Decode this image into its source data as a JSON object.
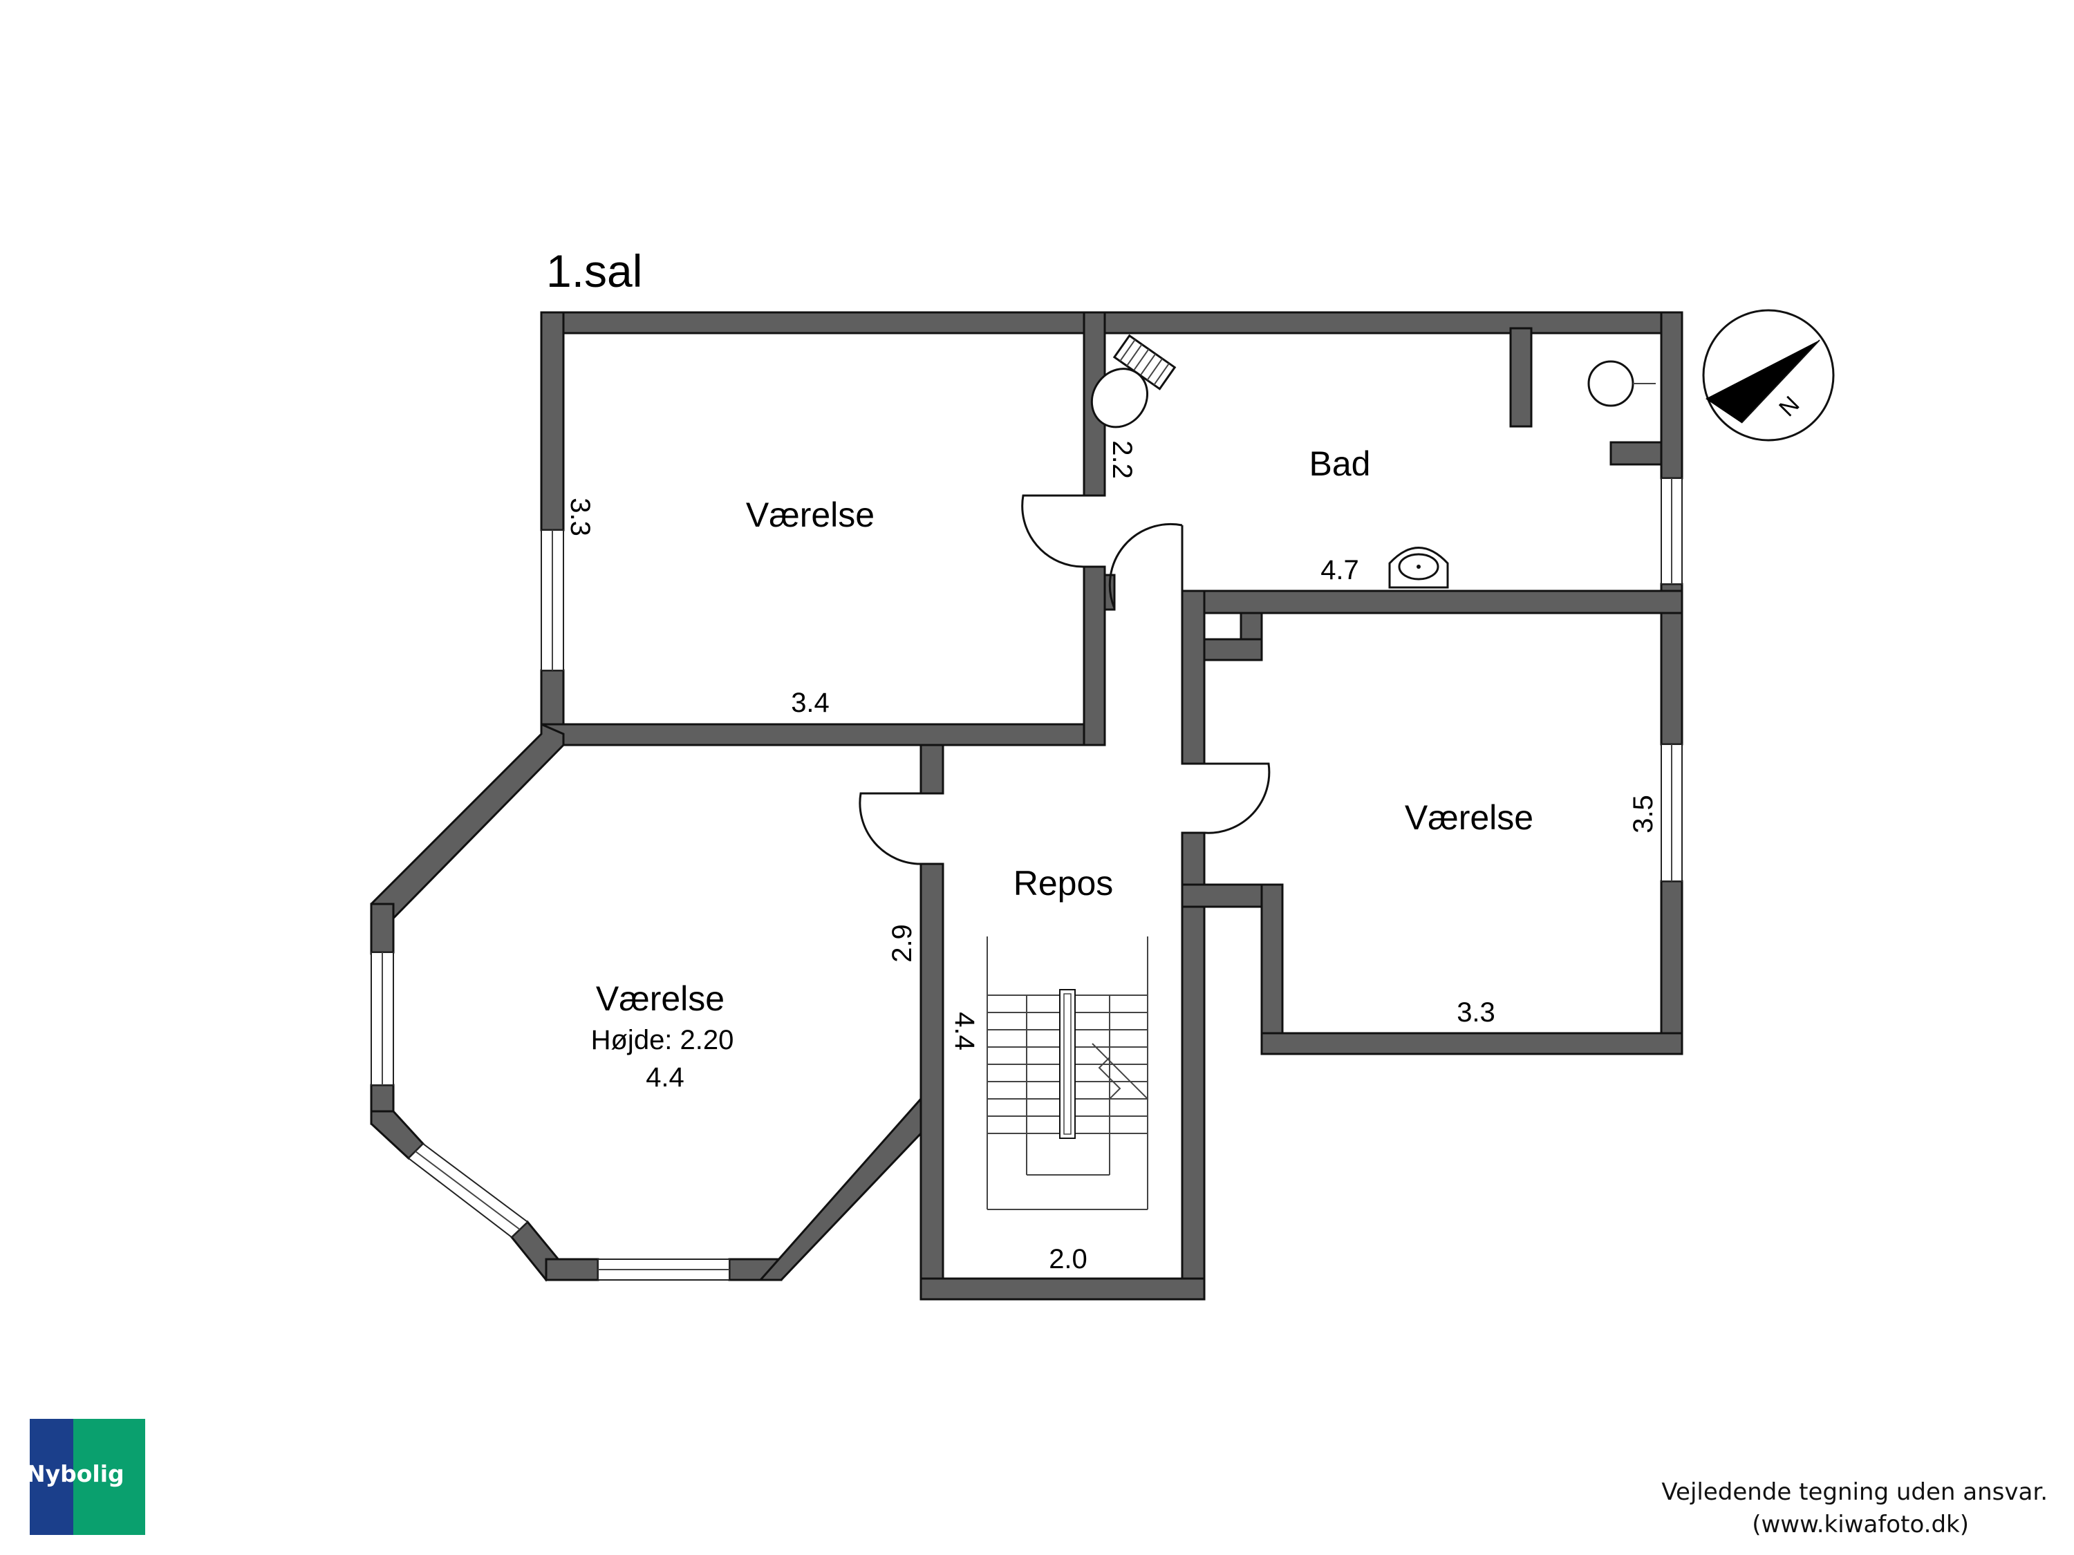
{
  "floor_title": "1.sal",
  "rooms": {
    "bedroom_nw": {
      "name": "Værelse",
      "dim_width": "3.4",
      "dim_depth": "3.3"
    },
    "bath": {
      "name": "Bad",
      "dim_width": "4.7",
      "dim_depth": "2.2"
    },
    "bedroom_e": {
      "name": "Værelse",
      "dim_width": "3.3",
      "dim_depth": "3.5"
    },
    "bedroom_sw": {
      "name": "Værelse",
      "height_note": "Højde: 2.20",
      "dim_width": "4.4",
      "dim_depth": "2.9"
    },
    "landing": {
      "name": "Repos",
      "dim_width": "2.0",
      "dim_depth": "4.4"
    }
  },
  "compass": {
    "label": "N"
  },
  "logo": {
    "text": "Nybolig",
    "colors": {
      "left": "#1b3f8b",
      "right": "#0aa06e"
    }
  },
  "disclaimer": {
    "line1": "Vejledende tegning uden ansvar.",
    "line2": "(www.kiwafoto.dk)"
  },
  "colors": {
    "wall": "#5f5f5f",
    "outline": "#111111"
  }
}
